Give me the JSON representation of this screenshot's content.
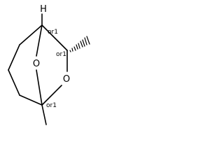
{
  "atoms": {
    "h_label": "H",
    "bridge_o_label": "O",
    "ring_o_label": "O"
  },
  "stereo": {
    "c1_top": "or1",
    "c_methyl_right": "or1",
    "c1_bottom": "or1"
  }
}
